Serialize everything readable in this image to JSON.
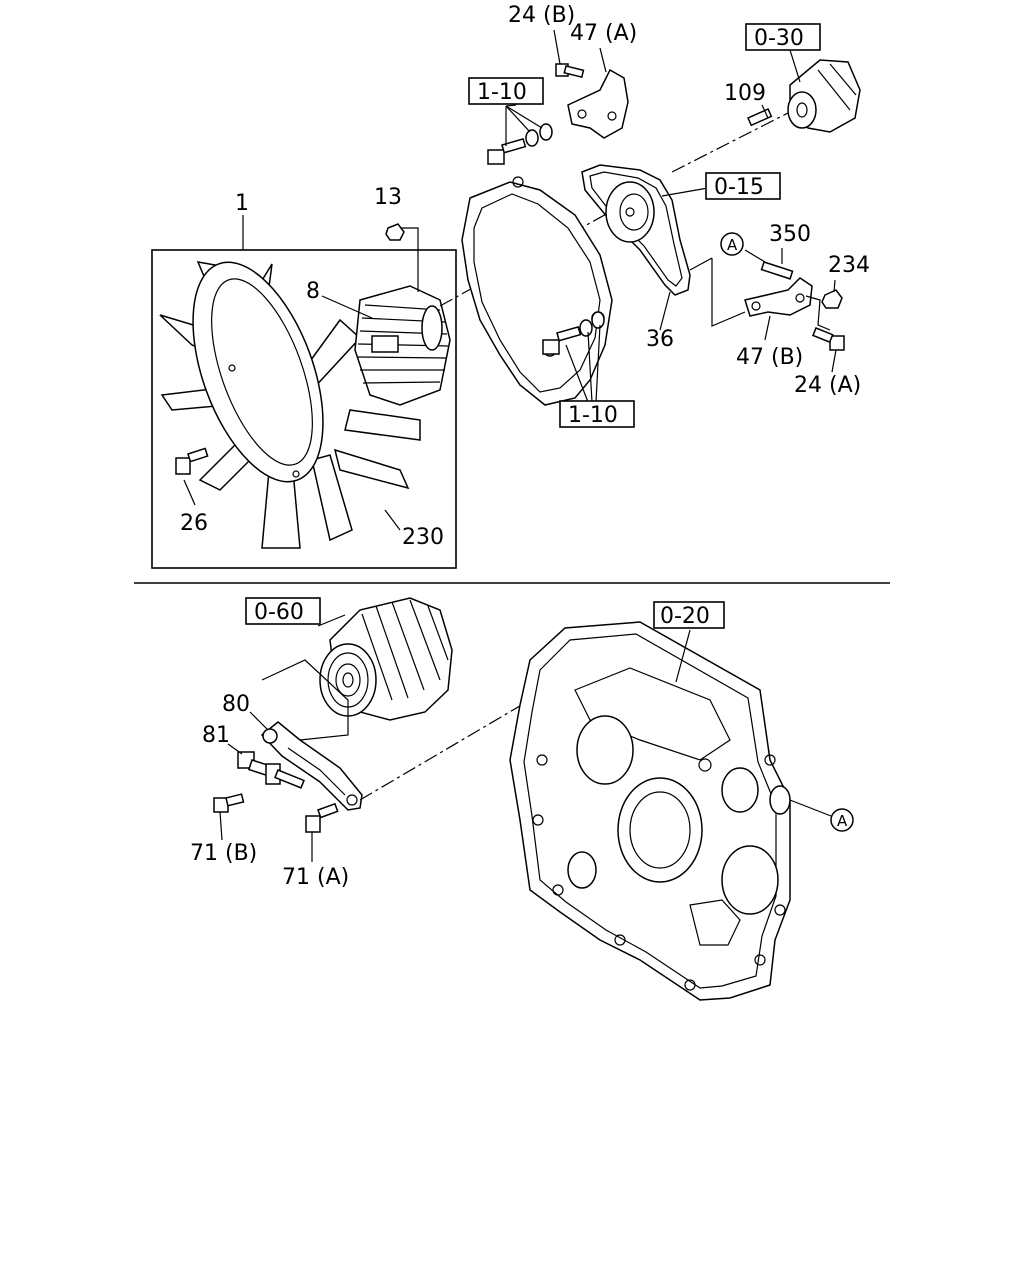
{
  "callouts": {
    "c_24b": "24 (B)",
    "c_47a": "47 (A)",
    "c_030": "0-30",
    "c_110_top": "1-10",
    "c_109": "109",
    "c_015": "0-15",
    "c_1": "1",
    "c_13": "13",
    "c_8": "8",
    "c_350": "350",
    "c_234": "234",
    "c_a_top": "A",
    "c_36": "36",
    "c_47b": "47 (B)",
    "c_24a": "24 (A)",
    "c_110_mid": "1-10",
    "c_26": "26",
    "c_230": "230",
    "c_060": "0-60",
    "c_020": "0-20",
    "c_80": "80",
    "c_81": "81",
    "c_71b": "71 (B)",
    "c_71a": "71 (A)",
    "c_a_bot": "A"
  }
}
